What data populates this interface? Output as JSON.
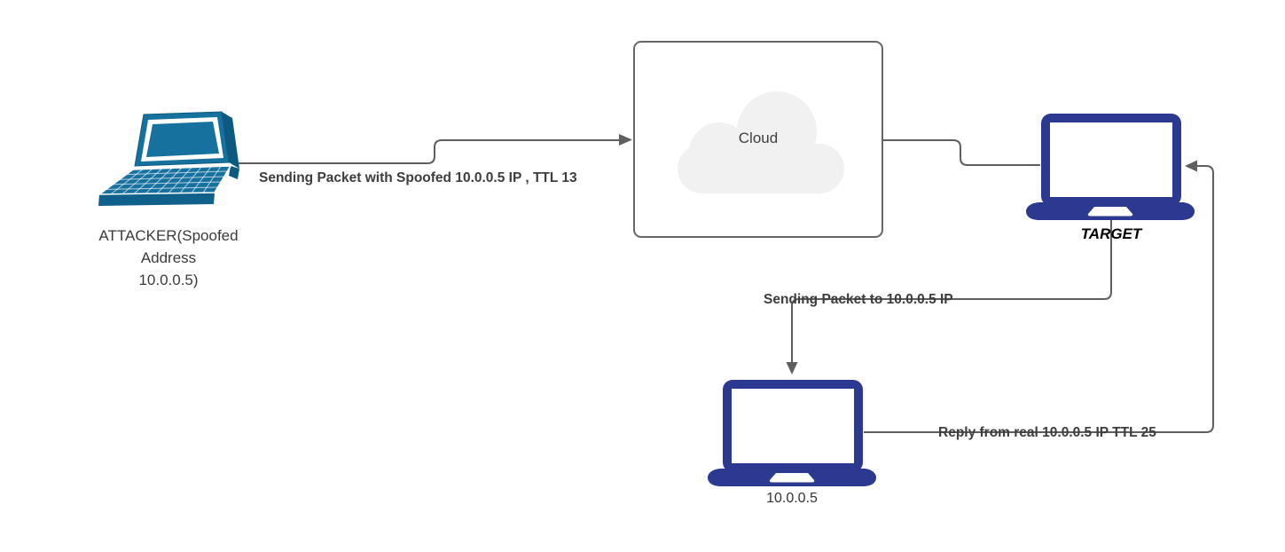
{
  "diagram": {
    "type": "network-attack-flow",
    "nodes": {
      "attacker": {
        "label": "ATTACKER(Spoofed Address 10.0.0.5)",
        "line1": "ATTACKER(Spoofed",
        "line2": "Address",
        "line3": "10.0.0.5)",
        "icon": "laptop-3d-icon",
        "color": "#17719f"
      },
      "cloud": {
        "label": "Cloud",
        "fill": "#f1f1f1",
        "border": "#666666"
      },
      "target": {
        "label": "TARGET",
        "icon": "laptop-icon",
        "color": "#2b3990"
      },
      "real_host": {
        "label": "10.0.0.5",
        "icon": "laptop-icon",
        "color": "#2b3990"
      }
    },
    "edges": [
      {
        "from": "attacker",
        "to": "cloud",
        "label": "Sending Packet with Spoofed 10.0.0.5 IP , TTL 13"
      },
      {
        "from": "cloud",
        "to": "target",
        "label": ""
      },
      {
        "from": "target",
        "to": "real_host",
        "label": "Sending Packet to 10.0.0.5 IP"
      },
      {
        "from": "real_host",
        "to": "target",
        "label": "Reply from real 10.0.0.5 IP TTL 25"
      }
    ],
    "colors": {
      "connector": "#5e5e5e",
      "edge_label_text": "#3d3d3d",
      "background": "#ffffff"
    }
  }
}
